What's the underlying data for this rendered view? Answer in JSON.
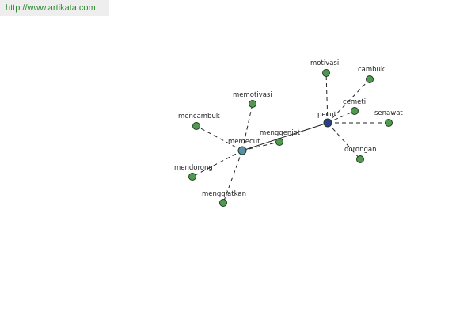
{
  "header": {
    "url_text": "http://www.artikata.com"
  },
  "colors": {
    "leaf_node": "#4f9a4f",
    "hub_node_cambuk": "#2e3a8c",
    "hub_node_mecut": "#5b8fa8",
    "edge": "#222222"
  },
  "graph": {
    "nodes": [
      {
        "id": "pecut",
        "label": "pecut",
        "role": "hub"
      },
      {
        "id": "memecut",
        "label": "memecut",
        "role": "hub"
      },
      {
        "id": "motivasi",
        "label": "motivasi",
        "role": "leaf"
      },
      {
        "id": "cambuk",
        "label": "cambuk",
        "role": "leaf"
      },
      {
        "id": "cemeti",
        "label": "cemeti",
        "role": "leaf"
      },
      {
        "id": "senawat",
        "label": "senawat",
        "role": "leaf"
      },
      {
        "id": "dorongan",
        "label": "dorongan",
        "role": "leaf"
      },
      {
        "id": "memotivasi",
        "label": "memotivasi",
        "role": "leaf"
      },
      {
        "id": "mencambuk",
        "label": "mencambuk",
        "role": "leaf"
      },
      {
        "id": "menggenjot",
        "label": "menggenjot",
        "role": "leaf"
      },
      {
        "id": "mendorong",
        "label": "mendorong",
        "role": "leaf"
      },
      {
        "id": "menggiatkan",
        "label": "menggiatkan",
        "role": "leaf"
      }
    ],
    "edges": [
      {
        "from": "pecut",
        "to": "memecut",
        "style": "solid"
      },
      {
        "from": "pecut",
        "to": "motivasi",
        "style": "dashed"
      },
      {
        "from": "pecut",
        "to": "cambuk",
        "style": "dashed"
      },
      {
        "from": "pecut",
        "to": "cemeti",
        "style": "dashed"
      },
      {
        "from": "pecut",
        "to": "senawat",
        "style": "dashed"
      },
      {
        "from": "pecut",
        "to": "dorongan",
        "style": "dashed"
      },
      {
        "from": "memecut",
        "to": "memotivasi",
        "style": "dashed"
      },
      {
        "from": "memecut",
        "to": "mencambuk",
        "style": "dashed"
      },
      {
        "from": "memecut",
        "to": "menggenjot",
        "style": "dashed"
      },
      {
        "from": "memecut",
        "to": "mendorong",
        "style": "dashed"
      },
      {
        "from": "memecut",
        "to": "menggiatkan",
        "style": "dashed"
      }
    ]
  }
}
